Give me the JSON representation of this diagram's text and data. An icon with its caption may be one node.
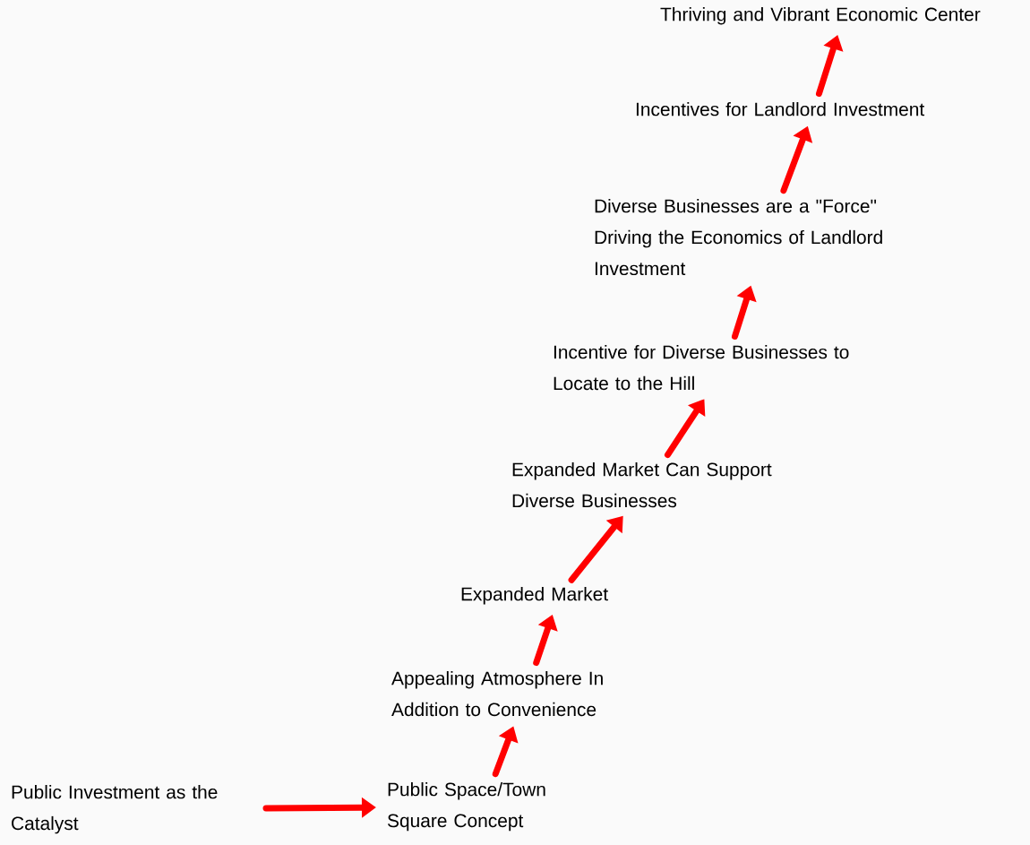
{
  "diagram": {
    "nodes": [
      {
        "text": [
          "Public Investment as the Catalyst"
        ]
      },
      {
        "text": [
          "Public Space/Town Square Concept"
        ]
      },
      {
        "text": [
          "Appealing Atmosphere In Addition to Convenience"
        ]
      },
      {
        "text": [
          "Expanded Market"
        ]
      },
      {
        "text": [
          "Expanded Market Can Support Diverse Businesses"
        ]
      },
      {
        "text": [
          "Incentive for Diverse Businesses to Locate to the Hill"
        ]
      },
      {
        "text": [
          "Diverse Businesses are a \"Force\" Driving the Economics of Landlord Investment"
        ]
      },
      {
        "text": [
          "Incentives for Landlord Investment"
        ]
      },
      {
        "text": [
          "Thriving and Vibrant Economic Center"
        ]
      }
    ],
    "edges": [
      {
        "from": 0,
        "to": 1,
        "arrow": "to"
      },
      {
        "from": 1,
        "to": 2,
        "arrow": "to"
      },
      {
        "from": 2,
        "to": 3,
        "arrow": "to"
      },
      {
        "from": 3,
        "to": 4,
        "arrow": "to"
      },
      {
        "from": 4,
        "to": 5,
        "arrow": "to"
      },
      {
        "from": 5,
        "to": 6,
        "arrow": "to"
      },
      {
        "from": 6,
        "to": 7,
        "arrow": "to"
      },
      {
        "from": 7,
        "to": 8,
        "arrow": "to"
      }
    ]
  }
}
